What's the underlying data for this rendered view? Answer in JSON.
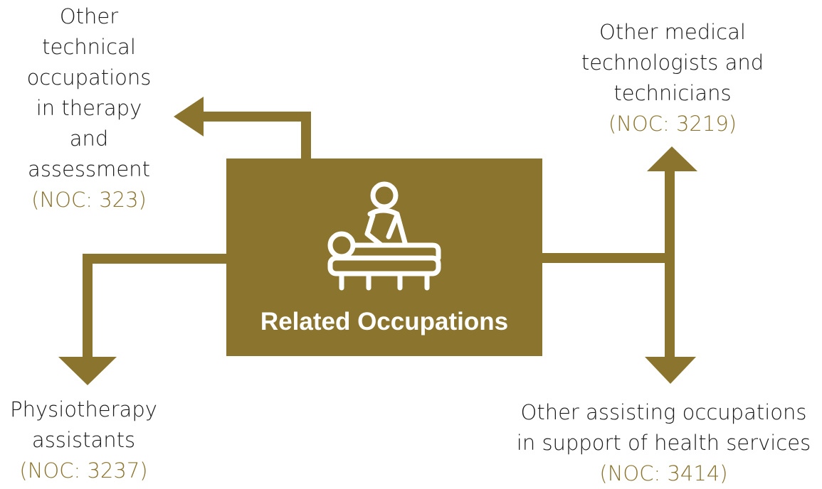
{
  "colors": {
    "accent": "#8B742D",
    "code_text": "#8B742D",
    "body_text": "#1a1a1a"
  },
  "center": {
    "title": "Related Occupations",
    "icon": "massage-therapy-icon"
  },
  "occupations": {
    "therapy_assessment": {
      "lines": [
        "Other",
        "technical",
        "occupations",
        "in therapy",
        "and",
        "assessment"
      ],
      "code": "(NOC: 323)"
    },
    "medical_technologists": {
      "lines": [
        "Other medical",
        "technologists and",
        "technicians"
      ],
      "code": "(NOC: 3219)"
    },
    "physiotherapy_assistants": {
      "lines": [
        "Physiotherapy",
        "assistants"
      ],
      "code": "(NOC: 3237)"
    },
    "assisting_occupations": {
      "lines": [
        "Other assisting occupations",
        "in support of health services"
      ],
      "code": "(NOC: 3414)"
    }
  }
}
